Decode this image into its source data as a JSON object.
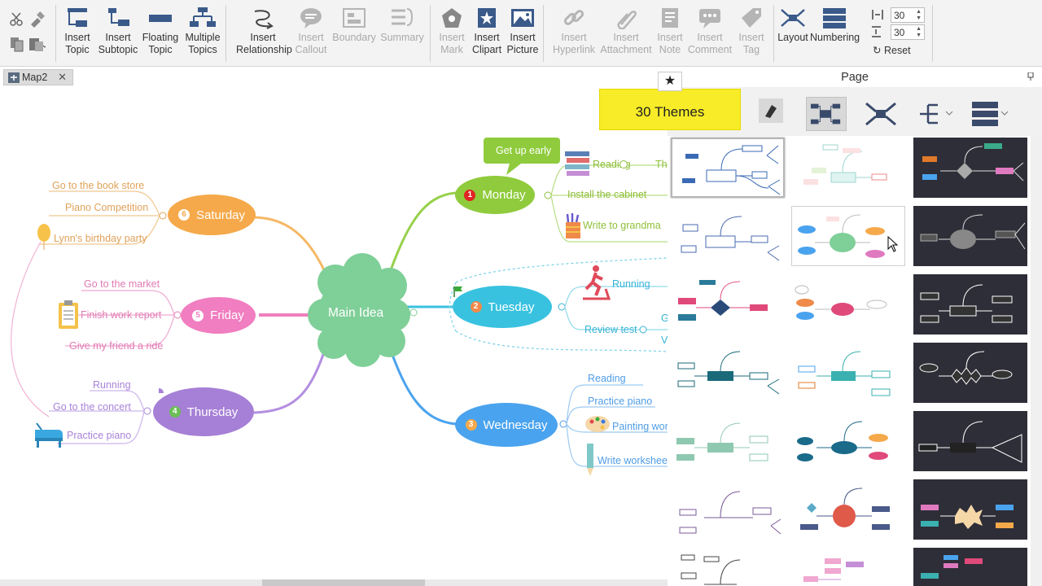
{
  "ribbon": {
    "insert_topic": "Insert\nTopic",
    "insert_subtopic": "Insert\nSubtopic",
    "floating_topic": "Floating\nTopic",
    "multiple_topics": "Multiple\nTopics",
    "insert_relationship": "Insert\nRelationship",
    "insert_callout": "Insert\nCallout",
    "boundary": "Boundary",
    "summary": "Summary",
    "insert_mark": "Insert\nMark",
    "insert_clipart": "Insert\nClipart",
    "insert_picture": "Insert\nPicture",
    "insert_hyperlink": "Insert\nHyperlink",
    "insert_attachment": "Insert\nAttachment",
    "insert_note": "Insert\nNote",
    "insert_comment": "Insert\nComment",
    "insert_tag": "Insert\nTag",
    "layout": "Layout",
    "numbering": "Numbering",
    "spacing_h": "30",
    "spacing_v": "30",
    "reset": "Reset"
  },
  "tab": {
    "name": "Map2",
    "close": "✕"
  },
  "panel": {
    "title": "Page",
    "themes_button": "30 Themes",
    "star": "★"
  },
  "map": {
    "main": "Main Idea",
    "callout": "Get up early",
    "monday": {
      "label": "Monday",
      "num": "1",
      "items": [
        "Reading",
        "Install the cabinet",
        "Write to grandma"
      ],
      "extra": "The"
    },
    "tuesday": {
      "label": "Tuesday",
      "num": "2",
      "items": [
        "Running",
        "Review test"
      ],
      "extra1": "G",
      "extra2": "V"
    },
    "wednesday": {
      "label": "Wednesday",
      "num": "3",
      "items": [
        "Reading",
        "Practice piano",
        "Painting work",
        "Write worksheet"
      ]
    },
    "thursday": {
      "label": "Thursday",
      "num": "4",
      "items": [
        "Running",
        "Go to the concert",
        "Practice piano"
      ]
    },
    "friday": {
      "label": "Friday",
      "num": "5",
      "items": [
        "Go to the market",
        "Finish work report",
        "Give my friend a ride"
      ]
    },
    "saturday": {
      "label": "Saturday",
      "num": "6",
      "items": [
        "Go to the book store",
        "Piano Competition",
        "Lynn's birthday party"
      ]
    }
  },
  "colors": {
    "saturday": "#f5a94a",
    "friday": "#f07ec0",
    "thursday": "#a67fd6",
    "monday": "#8fcb3c",
    "tuesday": "#38c2e0",
    "wednesday": "#4aa3ee",
    "main": "#7fcf98",
    "themes_button": "#f7ec27"
  }
}
